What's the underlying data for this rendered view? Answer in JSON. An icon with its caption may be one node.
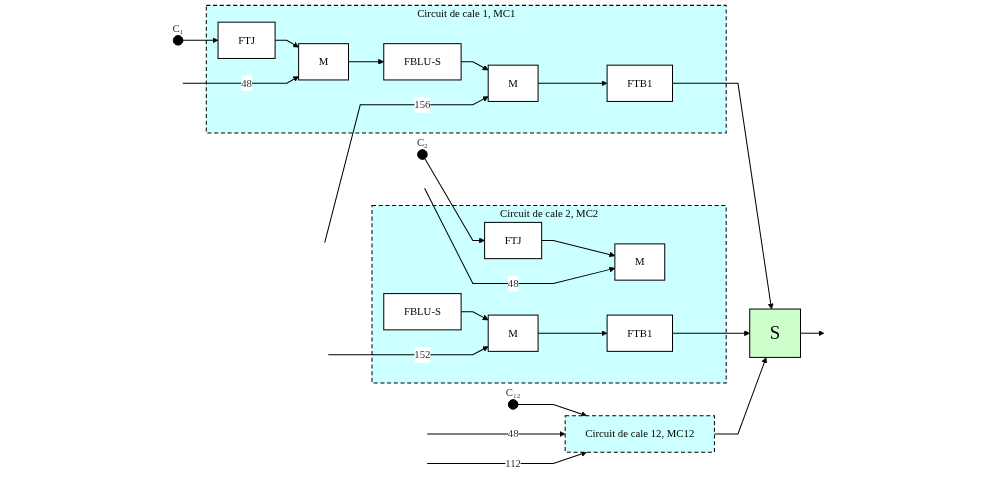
{
  "diagram": {
    "nodes": [
      {
        "text": [
          "Circuit de cale 1, MC1"
        ]
      },
      {
        "text": [
          "FTJ"
        ],
        "in": 0
      },
      {
        "text": [
          "M"
        ],
        "in": 0
      },
      {
        "text": [
          "FBLU-S"
        ],
        "in": 0
      },
      {
        "text": [
          "M"
        ],
        "in": 0
      },
      {
        "text": [
          "FTB1"
        ],
        "in": 0
      },
      {
        "text": [
          "Circuit de cale 2, MC2"
        ]
      },
      {
        "text": [
          "FTJ"
        ],
        "in": 6
      },
      {
        "text": [
          "M"
        ],
        "in": 6
      },
      {
        "text": [
          "FBLU-S"
        ],
        "in": 6
      },
      {
        "text": [
          "M"
        ],
        "in": 6
      },
      {
        "text": [
          "FTB1"
        ],
        "in": 6
      },
      {
        "text": [
          "Circuit de cale 12, MC12"
        ]
      },
      {
        "text": [
          "S"
        ]
      },
      {
        "text": [],
        "shape": "circle",
        "beside": [
          "C₁"
        ]
      },
      {
        "text": [],
        "shape": "circle",
        "beside": [
          "C₂"
        ]
      },
      {
        "text": [],
        "shape": "circle",
        "beside": [
          "C₁₂"
        ]
      }
    ],
    "edges": [
      {
        "from": 14,
        "to": 1,
        "arrow": "to"
      },
      {
        "from": 1,
        "to": 2,
        "arrow": "to"
      },
      {
        "from": 2,
        "to": 3,
        "arrow": "to"
      },
      {
        "from": 3,
        "to": 4,
        "arrow": "to"
      },
      {
        "from": 4,
        "to": 5,
        "arrow": "to"
      },
      {
        "from": null,
        "to": 2,
        "arrow": "to",
        "label": "48"
      },
      {
        "from": null,
        "to": 4,
        "arrow": "to",
        "label": "156"
      },
      {
        "from": 5,
        "to": 13,
        "arrow": "to"
      },
      {
        "from": 15,
        "to": 7,
        "arrow": "to"
      },
      {
        "from": 7,
        "to": 8,
        "arrow": "to"
      },
      {
        "from": 9,
        "to": 10,
        "arrow": "to"
      },
      {
        "from": 10,
        "to": 11,
        "arrow": "to"
      },
      {
        "from": null,
        "to": 8,
        "arrow": "to",
        "label": "48"
      },
      {
        "from": null,
        "to": 10,
        "arrow": "to",
        "label": "152"
      },
      {
        "from": 11,
        "to": 13,
        "arrow": "to"
      },
      {
        "from": 16,
        "to": 12,
        "arrow": "to"
      },
      {
        "from": null,
        "to": 12,
        "arrow": "to",
        "label": "48"
      },
      {
        "from": null,
        "to": 12,
        "arrow": "to",
        "label": "112"
      },
      {
        "from": 12,
        "to": 13,
        "arrow": "to"
      },
      {
        "from": 13,
        "to": null,
        "arrow": "to"
      }
    ]
  }
}
